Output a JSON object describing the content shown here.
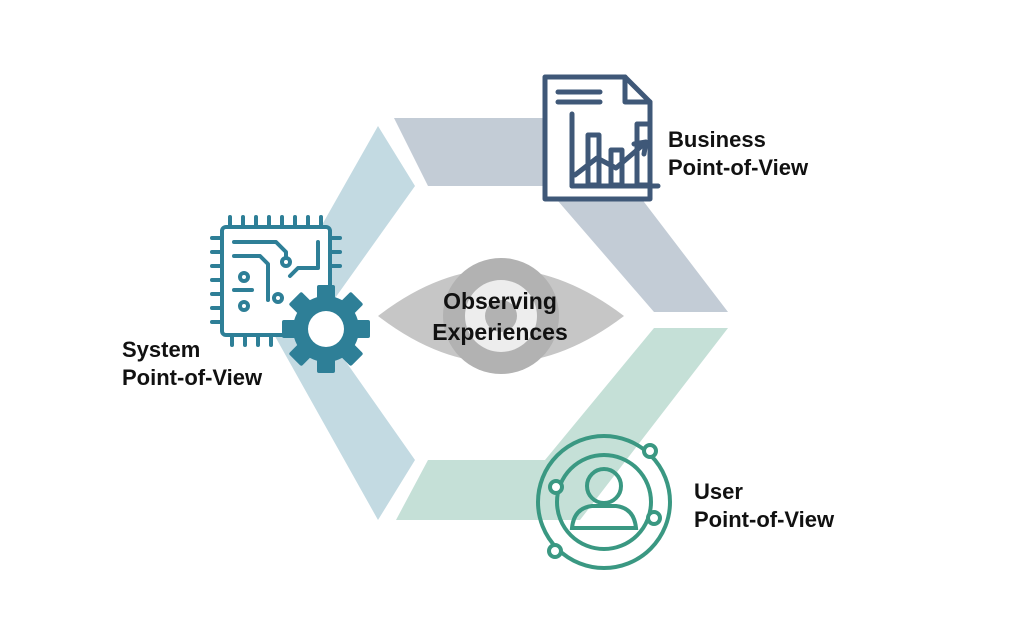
{
  "center": {
    "line1": "Observing",
    "line2": "Experiences",
    "icon": "eye-icon"
  },
  "perspectives": [
    {
      "id": "business",
      "line1": "Business",
      "line2": "Point-of-View",
      "icon": "report-chart-icon",
      "color": "#3f5878",
      "band_color": "#c3ccd6"
    },
    {
      "id": "system",
      "line1": "System",
      "line2": "Point-of-View",
      "icon": "circuit-gear-icon",
      "color": "#2e7f97",
      "band_color": "#c3dae2"
    },
    {
      "id": "user",
      "line1": "User",
      "line2": "Point-of-View",
      "icon": "user-orbit-icon",
      "color": "#3a9882",
      "band_color": "#c5e0d7"
    }
  ]
}
